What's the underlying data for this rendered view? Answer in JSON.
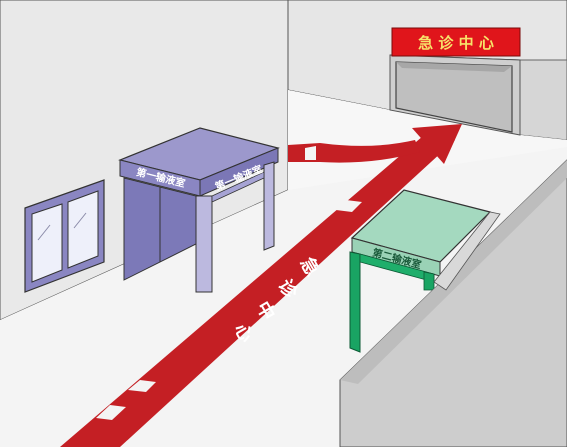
{
  "signs": {
    "emergency_center": "急 诊 中 心",
    "infusion_room_1": "第一输液室",
    "infusion_room_2": "第二输液室",
    "floor_arrow_chars": [
      "急",
      "诊",
      "中",
      "心"
    ]
  },
  "colors": {
    "arrow_red": "#c41f24",
    "sign_red": "#e0151b",
    "sign_text": "#f7e36a",
    "room1_purple": "#8a86c2",
    "room1_door": "#7c79b8",
    "room2_green": "#a4d9bf",
    "room2_frame": "#19a463"
  }
}
